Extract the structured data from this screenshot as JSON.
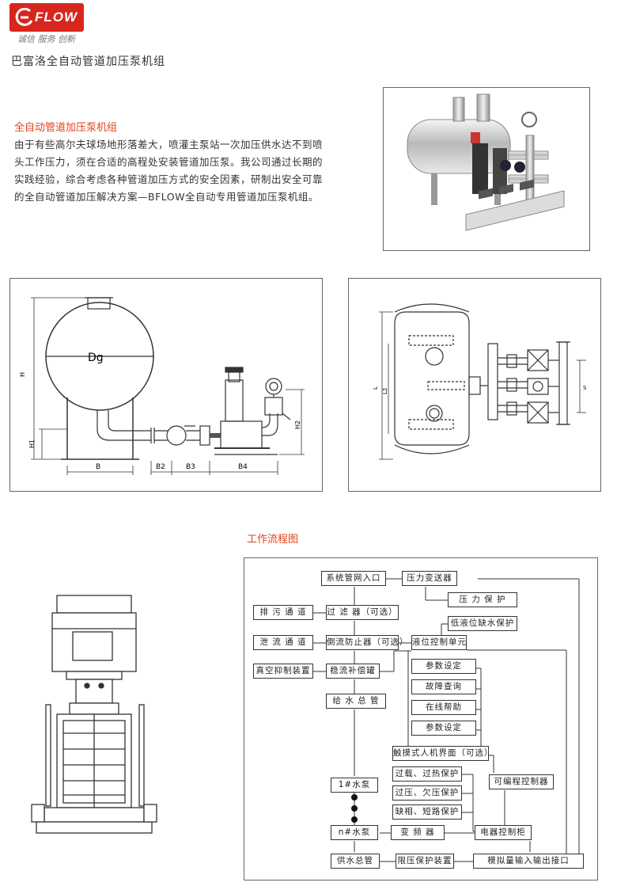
{
  "brand": {
    "logo_text": "FLOW",
    "slogan": "诚信  服务  创新"
  },
  "page_title": "巴富洛全自动管道加压泵机组",
  "section": {
    "title": "全自动管道加压泵机组",
    "body": "由于有些高尔夫球场地形落差大，喷灌主泵站一次加压供水达不到喷头工作压力，须在合适的高程处安装管道加压泵。我公司通过长期的实践经验，综合考虑各种管道加压方式的安全因素，研制出安全可靠的全自动管道加压解决方案—BFLOW全自动专用管道加压泵机组。"
  },
  "diagram1": {
    "tank_label": "Dg",
    "dims": {
      "H": "H",
      "H1": "H1",
      "H2": "H2",
      "B": "B",
      "B2": "B2",
      "B3": "B3",
      "B4": "B4"
    }
  },
  "diagram2": {
    "dims": {
      "L": "L",
      "L2": "L2",
      "S": "S"
    }
  },
  "flow": {
    "title": "工作流程图",
    "boxes": {
      "inlet": "系统管网入口",
      "transmitter": "压力变送器",
      "pressure_protect": "压 力 保 护",
      "drain": "排 污 通 道",
      "filter": "过 滤 器（可选）",
      "low_level": "低液位缺水保护",
      "discharge": "泄 流 通 道",
      "backflow": "倒流防止器（可选）",
      "level_ctrl": "液位控制单元",
      "vacuum": "真空抑制装置",
      "tank": "稳流补偿罐",
      "param1": "参数设定",
      "fault": "故障查询",
      "help": "在线帮助",
      "param2": "参数设定",
      "main_pipe": "给 水 总 管",
      "hmi": "触摸式人机界面（可选）",
      "overload": "过载、过热保护",
      "pump1": "1#水泵",
      "plc": "可编程控制器",
      "voltage": "过压、欠压保护",
      "phase": "缺相、短路保护",
      "pumpn": "n#水泵",
      "vfd": "变 频 器",
      "cabinet": "电器控制柜",
      "supply": "供水总管",
      "limiter": "限压保护装置",
      "analog": "模拟量输入输出接口"
    }
  },
  "colors": {
    "brand_red": "#d7261e",
    "accent_orange": "#e0431a"
  }
}
